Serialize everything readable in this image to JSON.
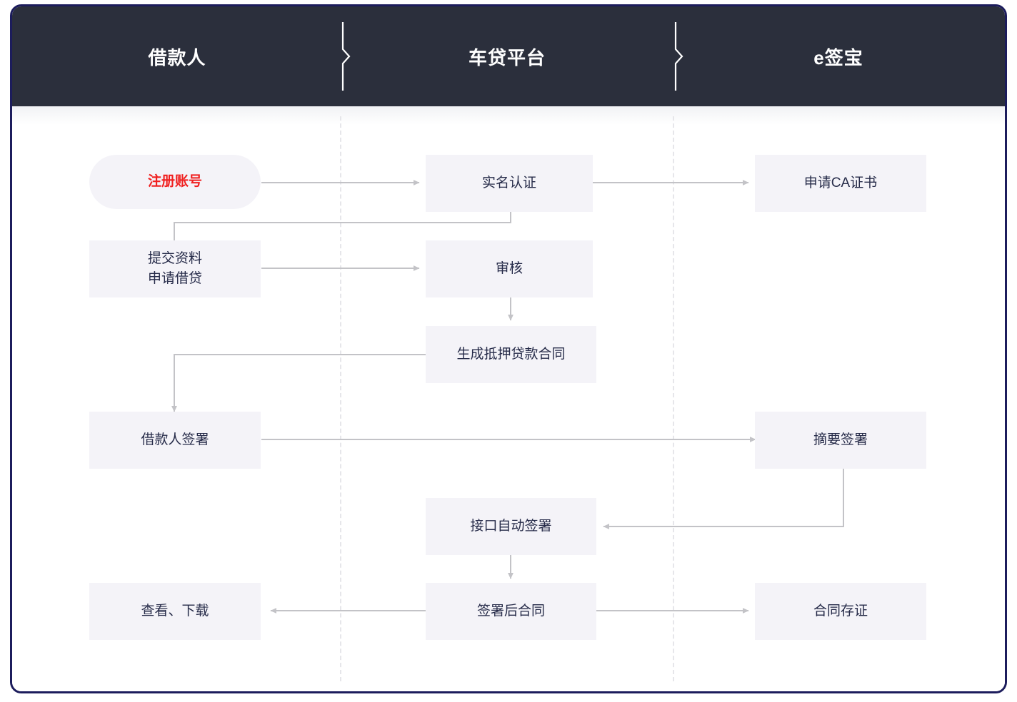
{
  "diagram": {
    "type": "swimlane-flowchart",
    "title_bar_color": "#2b2f3c",
    "frame_border_color": "#1c1c5c",
    "node_fill": "#f4f3f8",
    "node_text_color": "#262b49",
    "highlight_color": "#f02020",
    "connector_color": "#c3c3c7",
    "divider_color": "#e6e6ea",
    "lanes": [
      {
        "id": "borrower",
        "label": "借款人"
      },
      {
        "id": "platform",
        "label": "车贷平台"
      },
      {
        "id": "esign",
        "label": "e签宝"
      }
    ],
    "lane_separators": [
      {
        "name": "separator-1"
      },
      {
        "name": "separator-2"
      }
    ],
    "nodes": [
      {
        "id": "n1",
        "lane": "borrower",
        "label": "注册账号",
        "shape": "pill",
        "highlight": true
      },
      {
        "id": "n2",
        "lane": "platform",
        "label": "实名认证",
        "shape": "rect",
        "highlight": false
      },
      {
        "id": "n3",
        "lane": "esign",
        "label": "申请CA证书",
        "shape": "rect",
        "highlight": false
      },
      {
        "id": "n4",
        "lane": "borrower",
        "label": "提交资料\n申请借贷",
        "shape": "rect",
        "highlight": false
      },
      {
        "id": "n5",
        "lane": "platform",
        "label": "审核",
        "shape": "rect",
        "highlight": false
      },
      {
        "id": "n6",
        "lane": "platform",
        "label": "生成抵押贷款合同",
        "shape": "rect",
        "highlight": false
      },
      {
        "id": "n7",
        "lane": "borrower",
        "label": "借款人签署",
        "shape": "rect",
        "highlight": false
      },
      {
        "id": "n8",
        "lane": "esign",
        "label": "摘要签署",
        "shape": "rect",
        "highlight": false
      },
      {
        "id": "n9",
        "lane": "platform",
        "label": "接口自动签署",
        "shape": "rect",
        "highlight": false
      },
      {
        "id": "n10",
        "lane": "borrower",
        "label": "查看、下载",
        "shape": "rect",
        "highlight": false
      },
      {
        "id": "n11",
        "lane": "platform",
        "label": "签署后合同",
        "shape": "rect",
        "highlight": false
      },
      {
        "id": "n12",
        "lane": "esign",
        "label": "合同存证",
        "shape": "rect",
        "highlight": false
      }
    ],
    "edges": [
      {
        "from": "n1",
        "to": "n2",
        "kind": "straight-right"
      },
      {
        "from": "n2",
        "to": "n3",
        "kind": "straight-right"
      },
      {
        "from": "n2",
        "to": "n4",
        "kind": "elbow-down-left"
      },
      {
        "from": "n4",
        "to": "n5",
        "kind": "straight-right"
      },
      {
        "from": "n5",
        "to": "n6",
        "kind": "straight-down"
      },
      {
        "from": "n6",
        "to": "n7",
        "kind": "elbow-left-down"
      },
      {
        "from": "n7",
        "to": "n8",
        "kind": "straight-right"
      },
      {
        "from": "n8",
        "to": "n9",
        "kind": "elbow-down-left"
      },
      {
        "from": "n9",
        "to": "n11",
        "kind": "straight-down"
      },
      {
        "from": "n11",
        "to": "n10",
        "kind": "straight-left"
      },
      {
        "from": "n11",
        "to": "n12",
        "kind": "straight-right"
      }
    ]
  }
}
